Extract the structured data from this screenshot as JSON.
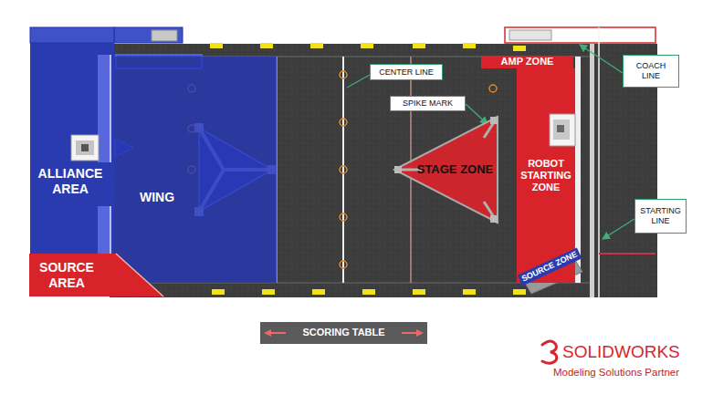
{
  "diagram": {
    "nodes": [
      {
        "text": [
          "ALLIANCE AREA"
        ]
      },
      {
        "text": [
          "WING"
        ]
      },
      {
        "text": [
          "CENTER LINE"
        ]
      },
      {
        "text": [
          "AMP ZONE"
        ]
      },
      {
        "text": [
          "COACH LINE"
        ]
      },
      {
        "text": [
          "SPIKE MARK"
        ]
      },
      {
        "text": [
          "STAGE ZONE"
        ]
      },
      {
        "text": [
          "ROBOT STARTING ZONE"
        ]
      },
      {
        "text": [
          "STARTING LINE"
        ]
      },
      {
        "text": [
          "SOURCE AREA"
        ]
      },
      {
        "text": [
          "SOURCE ZONE"
        ]
      },
      {
        "text": [
          "SCORING TABLE"
        ]
      }
    ],
    "labels": [
      "SOLIDWORKS",
      "Modeling Solutions Partner"
    ]
  }
}
